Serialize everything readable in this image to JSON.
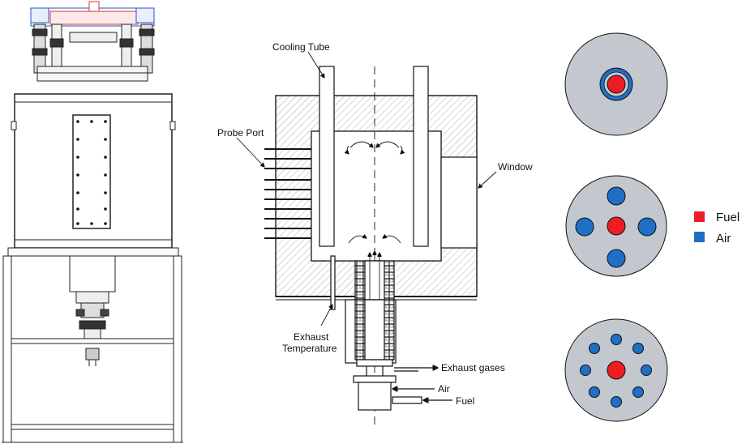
{
  "labels": {
    "cooling_tube": "Cooling Tube",
    "probe_port": "Probe Port",
    "window": "Window",
    "exhaust_temperature_line1": "Exhaust",
    "exhaust_temperature_line2": "Temperature",
    "exhaust_gases": "Exhaust gases",
    "air_inlet": "Air",
    "fuel_inlet": "Fuel"
  },
  "legend": {
    "items": [
      {
        "label": "Fuel",
        "color": "#ee1c25"
      },
      {
        "label": "Air",
        "color": "#1f6fc6"
      }
    ]
  },
  "burner_configurations": [
    {
      "arrangement": "coaxial",
      "fuel_ports": 1,
      "air_ports": 1
    },
    {
      "arrangement": "central fuel with surrounding air jets",
      "fuel_ports": 1,
      "air_ports": 4
    },
    {
      "arrangement": "central fuel with surrounding air jets",
      "fuel_ports": 1,
      "air_ports": 8
    }
  ],
  "colors": {
    "fuel": "#ee1c25",
    "air": "#1f6fc6",
    "disc": "#c3c8ce",
    "line": "#111111"
  }
}
